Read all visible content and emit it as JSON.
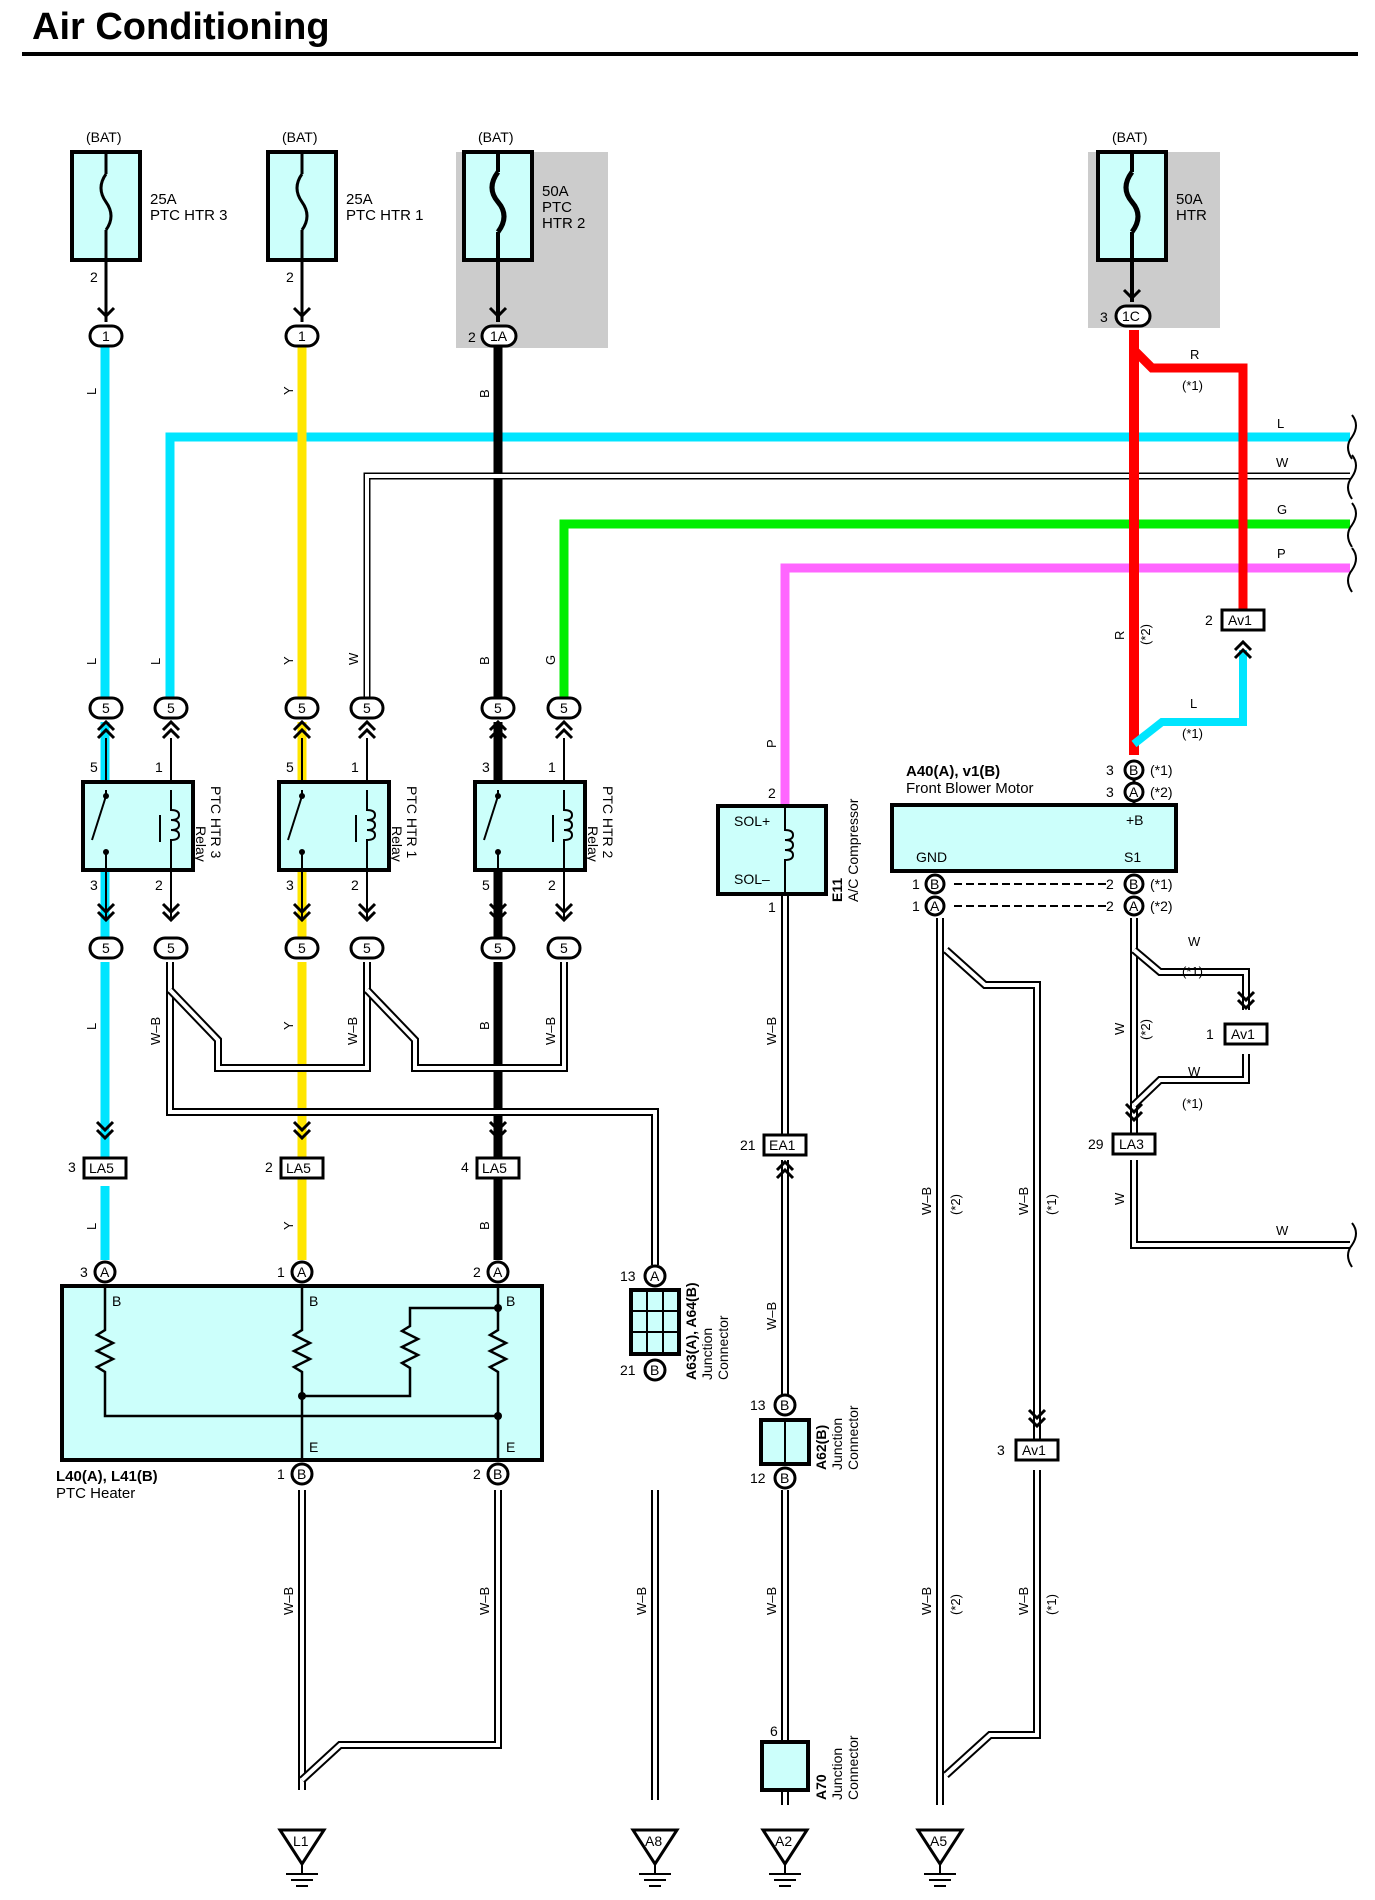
{
  "page": {
    "title": "Air Conditioning"
  },
  "colors": {
    "L": "#00e5ff",
    "Y": "#ffe600",
    "B": "#000000",
    "G": "#00ee00",
    "P": "#ff66ff",
    "R": "#ff0000",
    "W": "#ffffff",
    "W-B": "#ffffff",
    "component_fill": "#ccfffb",
    "shade": "#cccccc"
  },
  "fuses": [
    {
      "source": "(BAT)",
      "rating": "25A",
      "name": "PTC HTR 3",
      "pin": "2",
      "connector": "1"
    },
    {
      "source": "(BAT)",
      "rating": "25A",
      "name": "PTC HTR 1",
      "pin": "2",
      "connector": "1"
    },
    {
      "source": "(BAT)",
      "rating": "50A",
      "name": "PTC HTR 2",
      "pin": "2",
      "connector": "1A"
    },
    {
      "source": "(BAT)",
      "rating": "50A",
      "name": "HTR",
      "pin": "3",
      "connector": "1C"
    }
  ],
  "relays": [
    {
      "name": "PTC HTR 3",
      "type": "Relay",
      "pins": [
        "5",
        "1",
        "3",
        "2"
      ],
      "connector": "5"
    },
    {
      "name": "PTC HTR 1",
      "type": "Relay",
      "pins": [
        "5",
        "1",
        "3",
        "2"
      ],
      "connector": "5"
    },
    {
      "name": "PTC HTR 2",
      "type": "Relay",
      "pins": [
        "3",
        "1",
        "5",
        "2"
      ],
      "connector": "5"
    }
  ],
  "wires": {
    "L": "L",
    "Y": "Y",
    "B": "B",
    "W": "W",
    "G": "G",
    "P": "P",
    "R": "R",
    "WB": "W–B",
    "note1": "(*1)",
    "note2": "(*2)"
  },
  "connectors": {
    "LA5": "LA5",
    "LA3": "LA3",
    "Av1": "Av1",
    "EA1": "EA1",
    "A": "A",
    "B": "B",
    "la5_pins": [
      "3",
      "2",
      "4"
    ],
    "av1_pins": [
      "2",
      "1",
      "3"
    ],
    "ea1_pin": "21",
    "la3_pin": "29"
  },
  "heater": {
    "code": "L40(A), L41(B)",
    "name": "PTC Heater",
    "pin_a": [
      "3",
      "1",
      "2"
    ],
    "pin_b": [
      "1",
      "2"
    ],
    "label_b": "B",
    "label_e": "E"
  },
  "compressor": {
    "code": "E11",
    "name": "A/C Compressor",
    "sol_plus": "SOL+",
    "sol_minus": "SOL–",
    "pin_top": "2",
    "pin_bottom": "1"
  },
  "blower": {
    "code": "A40(A), v1(B)",
    "name": "Front Blower Motor",
    "plus_b": "+B",
    "gnd": "GND",
    "s1": "S1",
    "pins_top": [
      "3",
      "3"
    ],
    "pins_bottom_left": [
      "1",
      "1"
    ],
    "pins_bottom_right": [
      "2",
      "2"
    ]
  },
  "junctions": [
    {
      "code": "A63(A), A64(B)",
      "name": "Junction",
      "name2": "Connector",
      "pin_top": "13",
      "pin_bottom": "21"
    },
    {
      "code": "A62(B)",
      "name": "Junction",
      "name2": "Connector",
      "pin_top": "13",
      "pin_bottom": "12"
    },
    {
      "code": "A70",
      "name": "Junction",
      "name2": "Connector",
      "pin_top": "6"
    }
  ],
  "grounds": [
    "L1",
    "A8",
    "A2",
    "A5"
  ]
}
